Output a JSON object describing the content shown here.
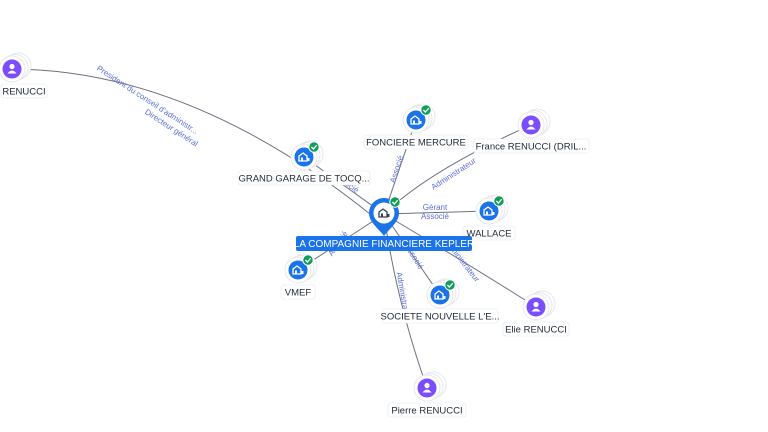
{
  "center": {
    "label": "LA COMPAGNIE FINANCIERE KEPLER",
    "icon": "building-icon"
  },
  "nodes": [
    {
      "id": "renucci",
      "label": "RENUCCI",
      "type": "person",
      "verified": false
    },
    {
      "id": "fonciere",
      "label": "FONCIERE MERCURE",
      "type": "company",
      "verified": true
    },
    {
      "id": "france",
      "label": "France RENUCCI (DRIL...",
      "type": "person",
      "verified": false
    },
    {
      "id": "garage",
      "label": "GRAND GARAGE DE TOCQ...",
      "type": "company",
      "verified": true
    },
    {
      "id": "wallace",
      "label": "WALLACE",
      "type": "company",
      "verified": true
    },
    {
      "id": "vmef",
      "label": "VMEF",
      "type": "company",
      "verified": true
    },
    {
      "id": "societe",
      "label": "SOCIETE NOUVELLE L'E...",
      "type": "company",
      "verified": true
    },
    {
      "id": "elie",
      "label": "Elie RENUCCI",
      "type": "person",
      "verified": false
    },
    {
      "id": "pierre",
      "label": "Pierre RENUCCI",
      "type": "person",
      "verified": false
    }
  ],
  "edges": [
    {
      "id": "renucci",
      "labels": [
        "President du conseil d'administr...",
        "Directeur général"
      ]
    },
    {
      "id": "fonciere",
      "labels": [
        "Associé"
      ]
    },
    {
      "id": "france",
      "labels": [
        "Administrateur"
      ]
    },
    {
      "id": "garage",
      "labels": [
        "Associé"
      ]
    },
    {
      "id": "wallace",
      "labels": [
        "Gérant",
        "Associé"
      ]
    },
    {
      "id": "vmef",
      "labels": [
        "Associé"
      ]
    },
    {
      "id": "societe",
      "labels": [
        "Associé"
      ]
    },
    {
      "id": "elie",
      "labels": [
        "Administrateur"
      ]
    },
    {
      "id": "pierre",
      "labels": [
        "Administrateur"
      ]
    }
  ],
  "colors": {
    "person": "#7c4dff",
    "company": "#1a73e8",
    "verified": "#0f9d58",
    "edge": "#6b7280",
    "edge_label": "#5b6fd6"
  },
  "icons": {
    "person": "person-icon",
    "company": "building-icon",
    "verified": "checkmark-icon"
  }
}
